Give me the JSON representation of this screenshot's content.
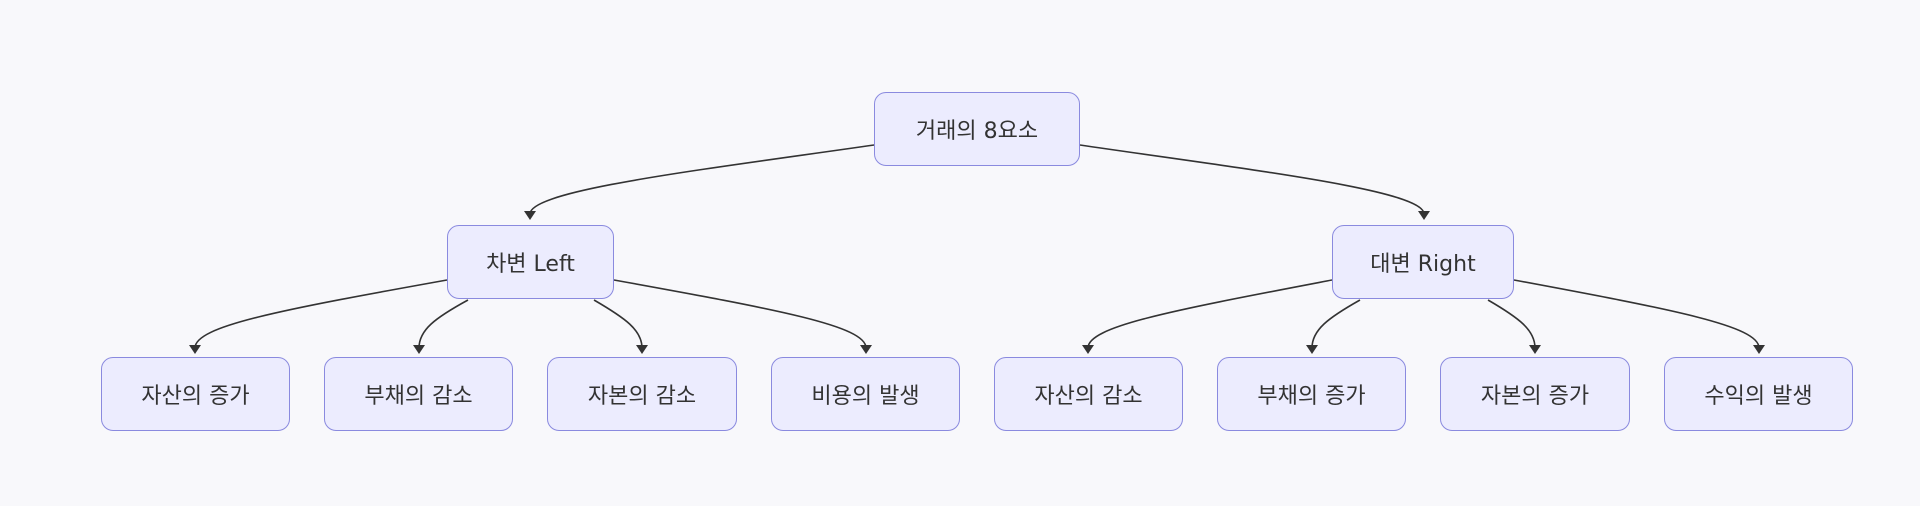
{
  "root": {
    "label": "거래의 8요소"
  },
  "left": {
    "label": "차변 Left",
    "children": [
      "자산의 증가",
      "부채의 감소",
      "자본의 감소",
      "비용의 발생"
    ]
  },
  "right": {
    "label": "대변 Right",
    "children": [
      "자산의 감소",
      "부채의 증가",
      "자본의 증가",
      "수익의 발생"
    ]
  },
  "colors": {
    "node_fill": "#ececfe",
    "node_border": "#8a8adf",
    "edge": "#333333",
    "background": "#f8f8fb"
  }
}
